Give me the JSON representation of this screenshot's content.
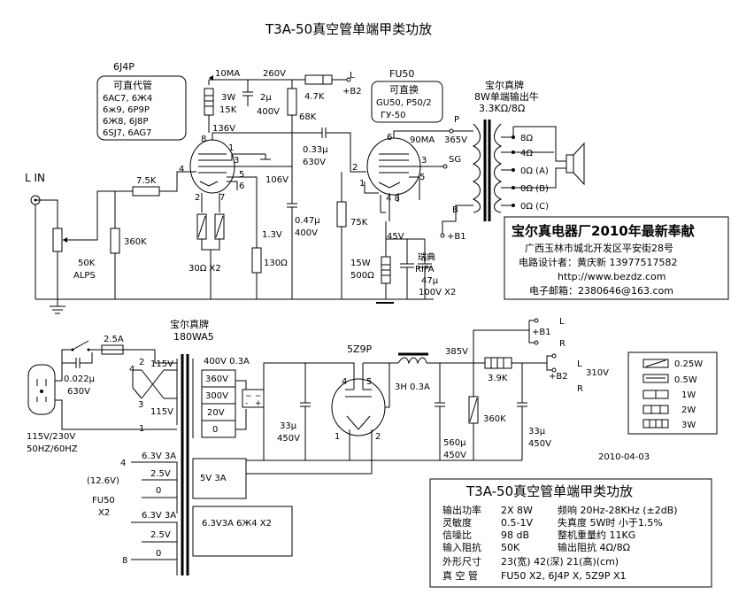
{
  "title": "T3A-50真空管单端甲类功放",
  "date": "2010-04-03",
  "driver_tube": {
    "name": "6J4P",
    "sub_title": "可直代管",
    "subs": [
      "6AC7, 6Ж4",
      "6ж9, 6P9P",
      "6Ж8, 6J8P",
      "6SJ7, 6AG7"
    ]
  },
  "power_tube": {
    "name": "FU50",
    "sub_title": "可直换",
    "subs": [
      "GU50, P50/2",
      "ГУ-50"
    ]
  },
  "output_transformer": {
    "brand": "宝尔真牌",
    "spec": "8W单端输出牛",
    "impedance": "3.3KΩ/8Ω",
    "taps": [
      "8Ω",
      "4Ω",
      "0Ω (A)",
      "0Ω (B)",
      "0Ω (C)"
    ]
  },
  "input": {
    "label": "L IN",
    "pot": "50K",
    "pot_brand": "ALPS"
  },
  "amp_labels": {
    "r_grid": "7.5K",
    "r_gleak": "360K",
    "ma10": "10MA",
    "v260": "260V",
    "r3w": "3W",
    "r15k": "15K",
    "c2u": "2μ",
    "c400v": "400V",
    "r47k": "4.7K",
    "b2": "+B2",
    "b2_l": "L",
    "r68k": "68K",
    "v136": "136V",
    "c033": "0.33μ",
    "c630": "630V",
    "v106": "106V",
    "c047": "0.47μ",
    "c047v": "400V",
    "v13": "1.3V",
    "r130": "130Ω",
    "r30": "30Ω X2",
    "r75k": "75K",
    "ma90": "90MA",
    "v365": "365V",
    "p": "P",
    "sg": "SG",
    "b": "B",
    "b1": "+B1",
    "v45": "45V",
    "r15w": "15W",
    "r500": "500Ω",
    "rifa1": "瑞典",
    "rifa2": "RIFA",
    "rifa3": "47μ",
    "rifa4": "100V X2",
    "pin1": "1",
    "pin2": "2",
    "pin3": "3",
    "pin4": "4",
    "pin5": "5",
    "pin6": "6",
    "pin7": "7",
    "pin8": "8",
    "pin48": "4 8"
  },
  "factory": {
    "headline": "宝尔真电器厂2010年最新奉献",
    "address": "广西玉林市城北开发区平安街28号",
    "designer": "电路设计者：黄庆新  13977517582",
    "web": "http://www.bezdz.com",
    "email": "电子邮箱：2380646@163.com"
  },
  "psu": {
    "brand": "宝尔真牌",
    "model": "180WA5",
    "fuse": "2.5A",
    "cap": "0.022μ",
    "cap_v": "630V",
    "mains1": "115V/230V",
    "mains2": "50HZ/60HZ",
    "p115a": "115V",
    "p115b": "115V",
    "hv": "400V 0.3A",
    "sec": [
      "360V",
      "300V",
      "20V",
      "0"
    ],
    "rect": "5Z9P",
    "choke": "3H 0.3A",
    "v385": "385V",
    "c33a": "33μ",
    "c33a_v": "450V",
    "c560": "560μ",
    "c560_v": "450V",
    "r39k": "3.9K",
    "r360k": "360K",
    "c33b": "33μ",
    "c33b_v": "450V",
    "b1": "+B1",
    "b2": "+B2",
    "v310": "310V",
    "L": "L",
    "R": "R",
    "fil1": "6.3V 3A",
    "fil1b": "2.5V",
    "fil1c": "0",
    "v12": "(12.6V)",
    "fu50": "FU50",
    "x2": "X2",
    "fil2": "6.3V 3A",
    "fil2b": "2.5V",
    "fil2c": "0",
    "fil5v": "5V 3A",
    "fil63": "6.3V3A 6Ж4 X2",
    "pin1": "1",
    "pin2": "2",
    "pin3": "3",
    "pin4": "4",
    "pin8": "8",
    "rp1": "1",
    "rp2": "2",
    "rp4": "4",
    "rp5": "5"
  },
  "legend": [
    "0.25W",
    "0.5W",
    "1W",
    "2W",
    "3W"
  ],
  "specs": {
    "title": "T3A-50真空管单端甲类功放",
    "rows": [
      [
        "输出功率",
        "2X 8W",
        "频响 20Hz-28KHz (±2dB)"
      ],
      [
        "灵敏度",
        "0.5-1V",
        "失真度  5W时 小于1.5%"
      ],
      [
        "信噪比",
        "98 dB",
        "整机重量约  11KG"
      ],
      [
        "输入阻抗",
        "50K",
        "输出阻抗  4Ω/8Ω"
      ],
      [
        "外形尺寸",
        "23(宽) 42(深) 21(高)(cm)",
        ""
      ],
      [
        "真 空 管",
        "FU50 X2, 6J4P X, 5Z9P X1",
        ""
      ]
    ]
  }
}
